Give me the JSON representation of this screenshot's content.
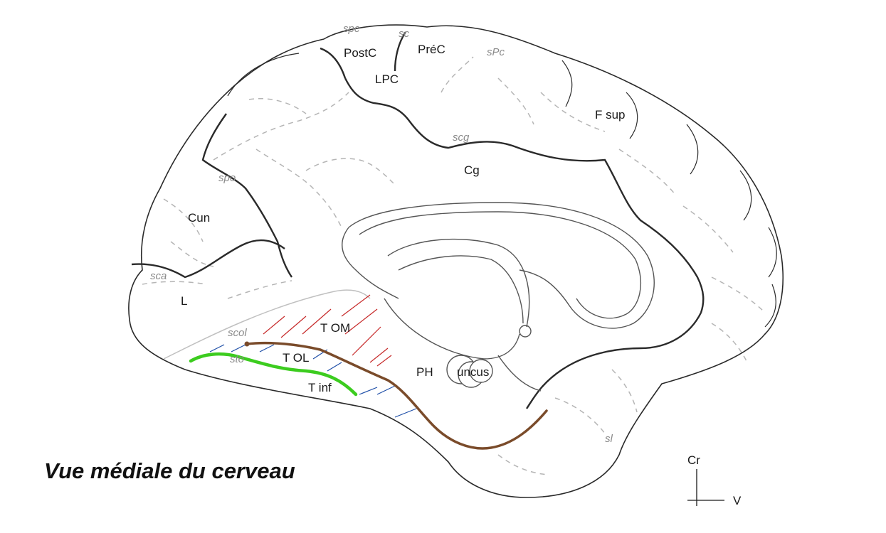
{
  "caption": "Vue médiale du cerveau",
  "regions": {
    "postc": "PostC",
    "prec": "PréC",
    "lpc": "LPC",
    "fsup": "F sup",
    "cg": "Cg",
    "cun": "Cun",
    "l": "L",
    "tom": "T OM",
    "tol": "T OL",
    "tinf": "T inf",
    "ph": "PH",
    "uncus": "uncus"
  },
  "sulci": {
    "spc1": "spc",
    "sc": "sc",
    "sprc": "sPc",
    "scg": "scg",
    "spo": "spo",
    "sca": "sca",
    "scol": "scol",
    "sto": "sto",
    "sl": "sl"
  },
  "orientation": {
    "cranial": "Cr",
    "ventral": "V"
  },
  "colors": {
    "outline": "#2a2a2a",
    "dashed": "#b5b5b5",
    "green_line": "#3ccc1f",
    "brown_line": "#7a4b2a",
    "red_hatch": "#c62828",
    "blue_hatch": "#1f4fa8"
  }
}
